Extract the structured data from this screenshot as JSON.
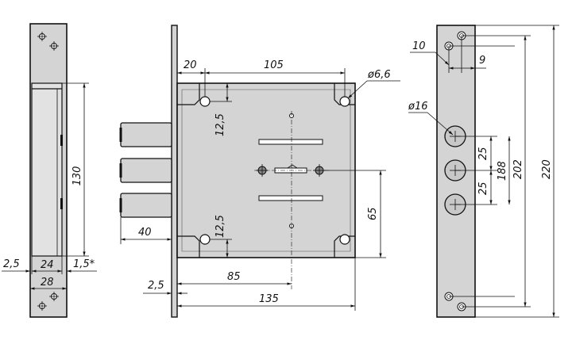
{
  "left_view": {
    "dims": {
      "height": "130",
      "left_gap": "2,5",
      "inner": "24",
      "right_gap": "1,5*",
      "width": "28"
    }
  },
  "front_view": {
    "dims": {
      "top_offset": "20",
      "top_span": "105",
      "hole_dia": "ø6,6",
      "upper_12": "12,5",
      "lower_12": "12,5",
      "right_65": "65",
      "bolt_40": "40",
      "bottom_85": "85",
      "left_25": "2,5",
      "total_135": "135"
    }
  },
  "right_view": {
    "dims": {
      "d10": "10",
      "d9": "9",
      "cyl_dia": "ø16",
      "h25a": "25",
      "h25b": "25",
      "h188": "188",
      "h202": "202",
      "h220": "220"
    }
  }
}
